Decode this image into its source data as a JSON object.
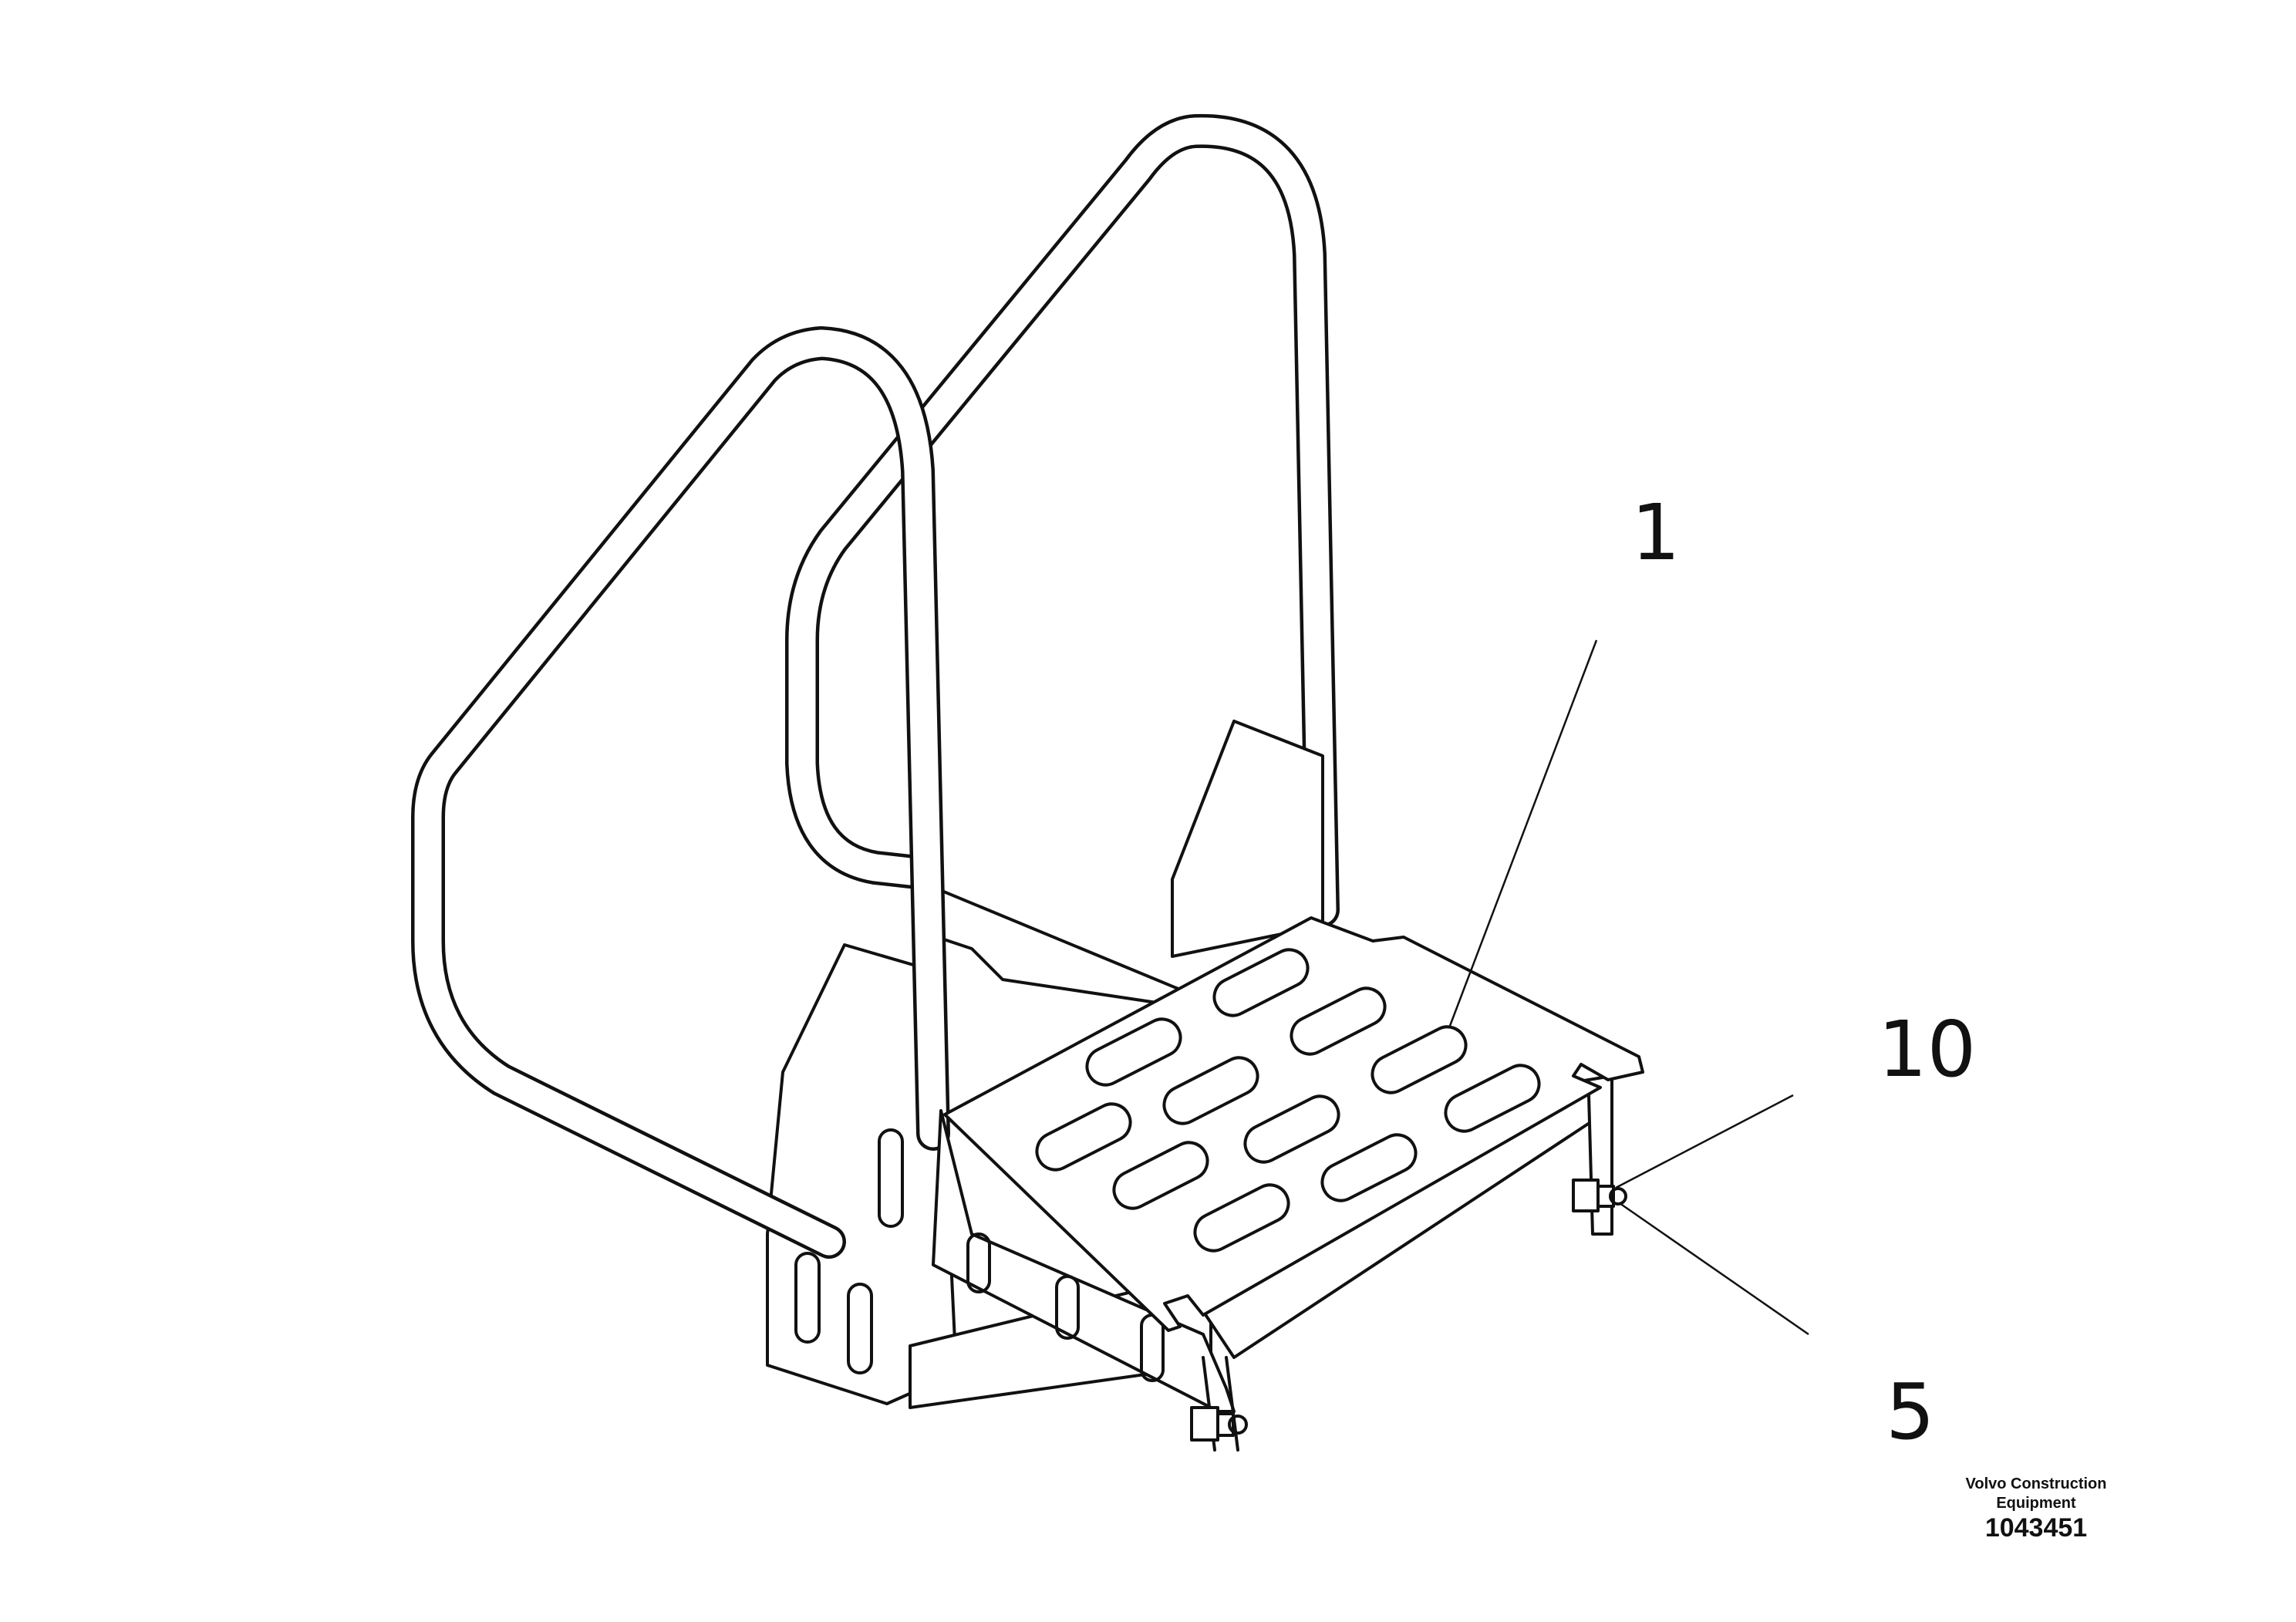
{
  "callouts": [
    {
      "id": "callout-1",
      "label": "1"
    },
    {
      "id": "callout-10",
      "label": "10"
    },
    {
      "id": "callout-5",
      "label": "5"
    }
  ],
  "caption": {
    "line1": "Volvo Construction",
    "line2": "Equipment",
    "drawing_number": "1043451"
  },
  "colors": {
    "line": "#111111",
    "background": "#ffffff"
  }
}
